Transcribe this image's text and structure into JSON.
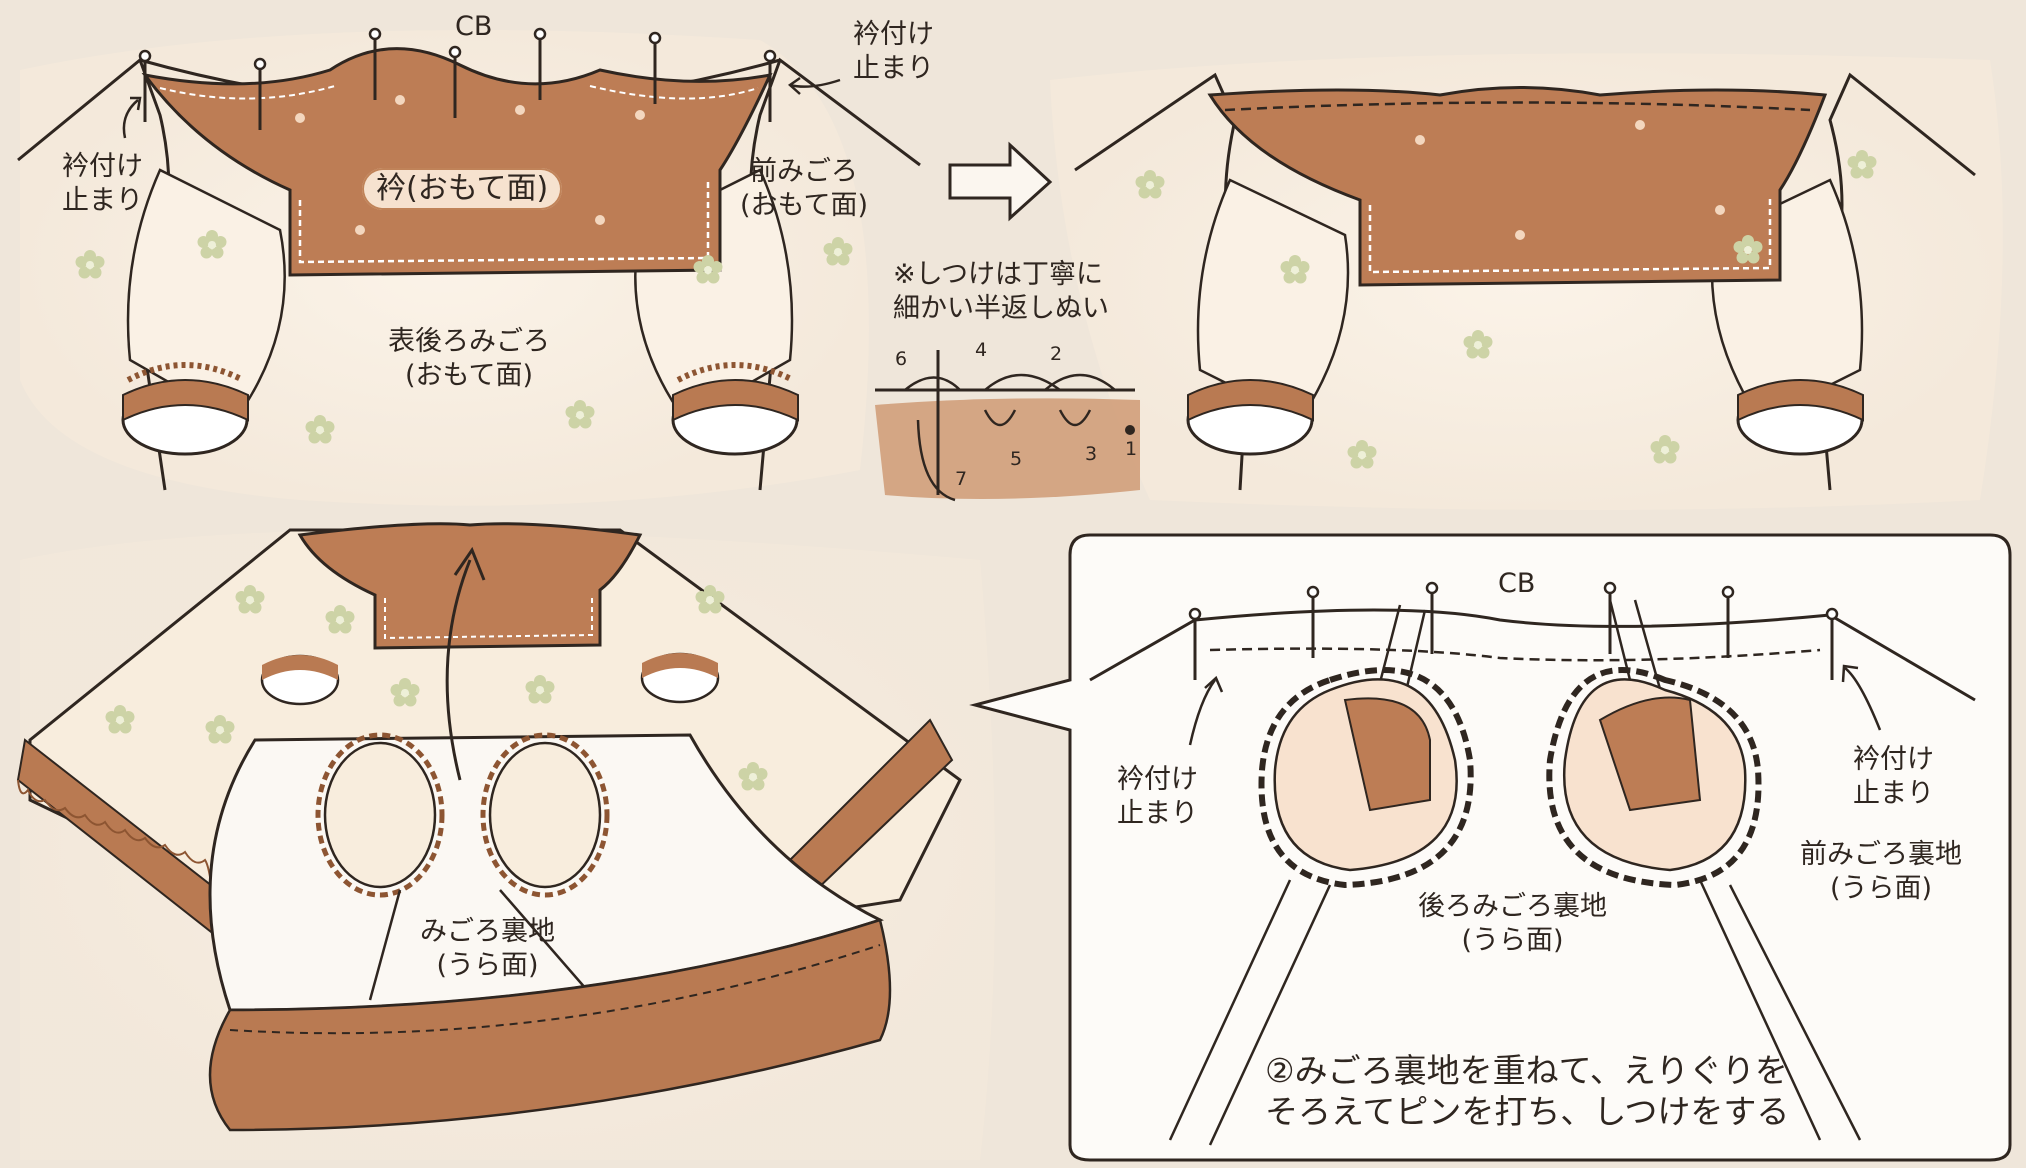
{
  "colors": {
    "paper": "#efe6da",
    "fabric_cream": "#f7ebda",
    "collar_brown": "#b97a52",
    "collar_dark": "#8d5532",
    "lining_white": "#fbf8f3",
    "flower_green": "#c9cfa0",
    "ink": "#2f2620"
  },
  "step1": {
    "cb_label": "CB",
    "stop_left": "衿付け\n止まり",
    "stop_right": "衿付け\n止まり",
    "collar_label": "衿(おもて面)",
    "front_label": "前みごろ\n(おもて面)",
    "back_label": "表後ろみごろ\n(おもて面)"
  },
  "note": {
    "text": "※しつけは丁寧に\n細かい半返しぬい",
    "stitch_numbers": [
      "6",
      "4",
      "2",
      "5",
      "3",
      "1",
      "7"
    ]
  },
  "arrow_icon": "right-arrow-icon",
  "step3": {
    "lining_label": "みごろ裏地\n(うら面)"
  },
  "detail": {
    "cb_label": "CB",
    "stop_left": "衿付け\n止まり",
    "stop_right": "衿付け\n止まり",
    "front_lining": "前みごろ裏地\n(うら面)",
    "back_lining": "後ろみごろ裏地\n(うら面)",
    "instruction": "②みごろ裏地を重ねて、えりぐりを\nそろえてピンを打ち、しつけをする"
  }
}
